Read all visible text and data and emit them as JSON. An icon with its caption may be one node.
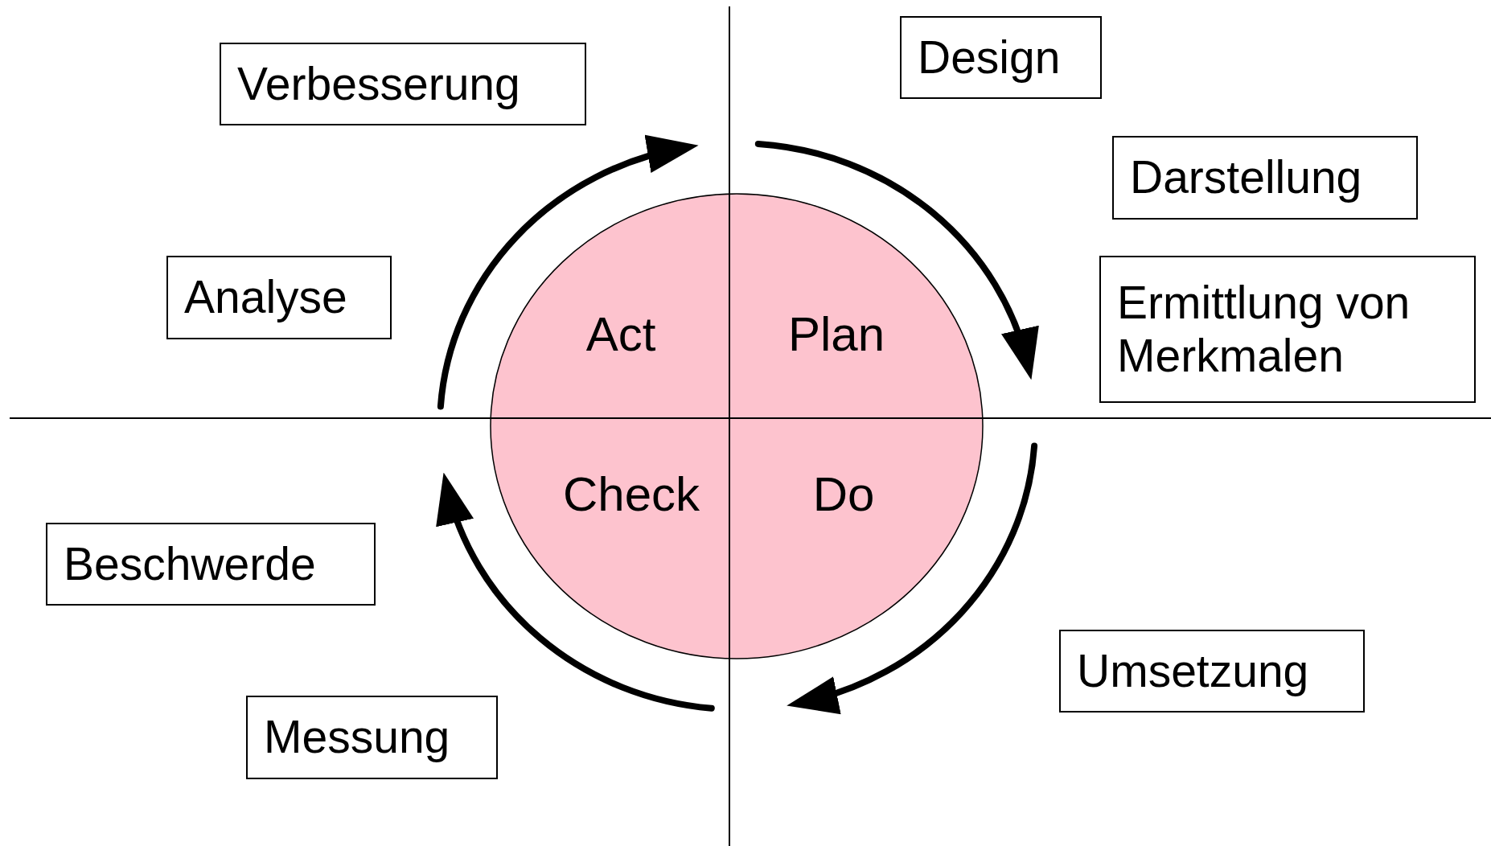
{
  "diagram": {
    "nodes": [
      {
        "text": [
          "Verbesserung"
        ]
      },
      {
        "text": [
          "Design"
        ]
      },
      {
        "text": [
          "Darstellung"
        ]
      },
      {
        "text": [
          "Analyse"
        ]
      },
      {
        "text": [
          "Ermittlung von Merkmalen"
        ]
      },
      {
        "text": [
          "Beschwerde"
        ]
      },
      {
        "text": [
          "Umsetzung"
        ]
      },
      {
        "text": [
          "Messung"
        ]
      }
    ],
    "labels": [
      "Act",
      "Plan",
      "Check",
      "Do"
    ]
  }
}
